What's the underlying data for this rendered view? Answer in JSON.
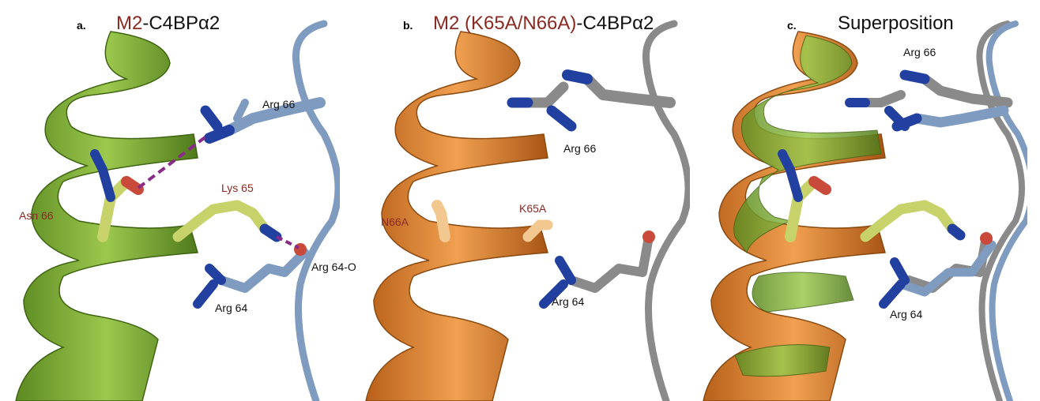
{
  "panels": [
    {
      "letter": "a.",
      "title_part1": "M2",
      "title_part2": "-C4BPα2",
      "labels": {
        "arg66": "Arg 66",
        "lys65": "Lys 65",
        "asn66": "Asn 66",
        "arg64o": "Arg 64-O",
        "arg64": "Arg 64"
      }
    },
    {
      "letter": "b.",
      "title_part1": "M2 (K65A/N66A)",
      "title_part2": "-C4BPα2",
      "labels": {
        "arg66": "Arg 66",
        "k65a": "K65A",
        "n66a": "N66A",
        "arg64": "Arg 64"
      }
    },
    {
      "letter": "c.",
      "title": "Superposition",
      "labels": {
        "arg66": "Arg 66",
        "arg64": "Arg 64"
      }
    }
  ],
  "colors": {
    "green_helix": "#7fb23a",
    "orange_helix": "#e0852e",
    "blue_loop": "#7f9cc0",
    "gray_loop": "#8a8a8a",
    "nitrogen": "#1f3d9c",
    "oxygen": "#c94a3a",
    "carbon_yellow": "#c8d26a",
    "hbond": "#8a2b8a",
    "title_red": "#8b2a22"
  }
}
